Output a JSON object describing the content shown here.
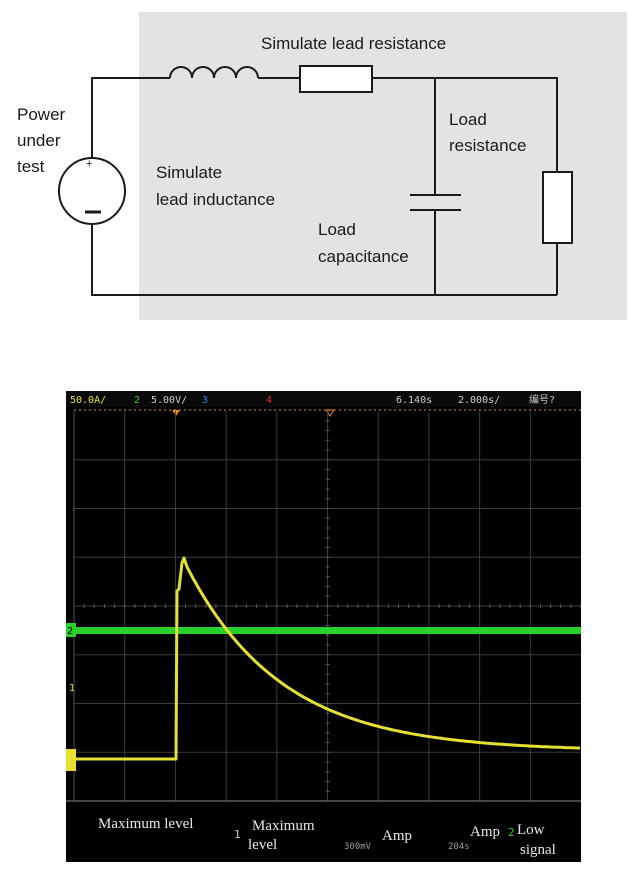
{
  "circuit": {
    "power_label_lines": [
      "Power",
      "under",
      "test"
    ],
    "source_plus": "+",
    "source_minus": "−",
    "lead_resistance_label": "Simulate lead resistance",
    "lead_inductance_lines": [
      "Simulate",
      "lead inductance"
    ],
    "load_capacitance_lines": [
      "Load",
      "capacitance"
    ],
    "load_resistance_lines": [
      "Load",
      "resistance"
    ],
    "colors": {
      "shaded_region": "#e3e3e3",
      "wire": "#1a1a1a"
    }
  },
  "scope": {
    "header": {
      "ch1": "50.0A/",
      "ch2_num": "2",
      "ch2": "5.00V/",
      "ch3_num": "3",
      "ch4_num": "4",
      "time_pos": "6.140s",
      "time_div": "2.000s/",
      "trigger": "编号?"
    },
    "channel_markers": {
      "ch2": "2",
      "ch1": "1"
    },
    "measurements": {
      "m1": "Maximum level",
      "m2_prefix": "1",
      "m2_lines": [
        "Maximum",
        "level"
      ],
      "m3": "Amp",
      "m3_sub": "300mV",
      "m4": "Amp",
      "m4_sub": "204s",
      "m5_prefix": "2",
      "m5_lines": [
        "Low",
        "signal"
      ]
    },
    "colors": {
      "ch1": "#e6e030",
      "ch2": "#2bd12b",
      "grid": "#3c3c3c",
      "trigger": "#f08a1e"
    }
  }
}
